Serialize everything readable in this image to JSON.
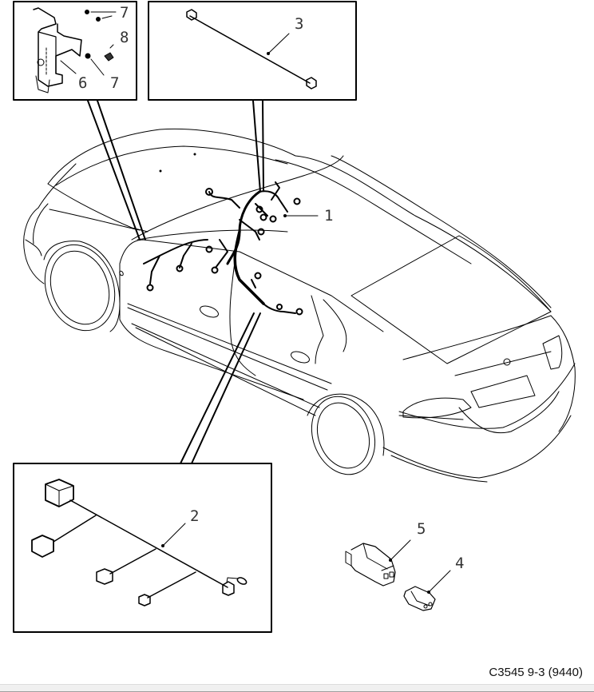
{
  "diagram": {
    "title": "Wiring harness installation",
    "reference_code": "C3545 9-3 (9440)",
    "callouts": [
      {
        "id": "1",
        "label": "1",
        "description": "Main wiring harness in dashboard / front area"
      },
      {
        "id": "2",
        "label": "2",
        "description": "Wiring harness with multiple connectors (door)"
      },
      {
        "id": "3",
        "label": "3",
        "description": "Cable with two connectors"
      },
      {
        "id": "4",
        "label": "4",
        "description": "Small connector"
      },
      {
        "id": "5",
        "label": "5",
        "description": "Connector housing"
      },
      {
        "id": "6",
        "label": "6",
        "description": "Bracket"
      },
      {
        "id": "7a",
        "label": "7",
        "description": "Nut"
      },
      {
        "id": "7b",
        "label": "7",
        "description": "Nut"
      },
      {
        "id": "8",
        "label": "8",
        "description": "Clip / grommet"
      }
    ],
    "insets": [
      {
        "name": "bracket-inset",
        "items": [
          "6",
          "7",
          "8"
        ]
      },
      {
        "name": "cable-inset",
        "items": [
          "3"
        ]
      },
      {
        "name": "door-harness-inset",
        "items": [
          "2"
        ]
      }
    ],
    "colors": {
      "line": "#000000",
      "label": "#333333",
      "background": "#ffffff"
    }
  }
}
